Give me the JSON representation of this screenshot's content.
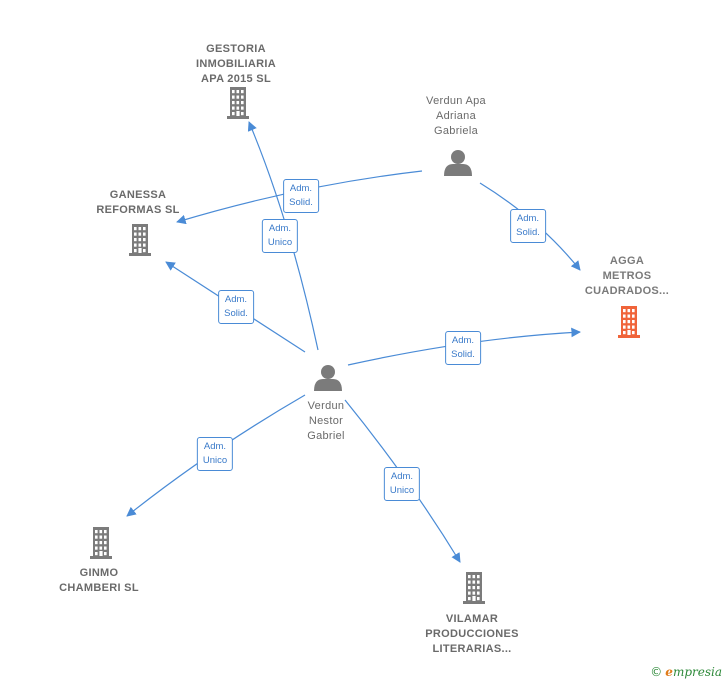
{
  "colors": {
    "edge": "#4a8bd6",
    "node": "#7b7b7b",
    "highlight": "#f0643a"
  },
  "nodes": [
    {
      "id": "gestoria",
      "kind": "company",
      "label": "GESTORIA\nINMOBILIARIA\nAPA 2015  SL",
      "icon": "building-icon"
    },
    {
      "id": "ganessa",
      "kind": "company",
      "label": "GANESSA\nREFORMAS  SL",
      "icon": "building-icon"
    },
    {
      "id": "verdun_apa",
      "kind": "person",
      "label": "Verdun Apa\nAdriana\nGabriela",
      "icon": "person-icon"
    },
    {
      "id": "agga",
      "kind": "company",
      "label": "AGGA\nMETROS\nCUADRADOS...",
      "icon": "building-icon",
      "highlight": true
    },
    {
      "id": "verdun_nestor",
      "kind": "person",
      "label": "Verdun\nNestor\nGabriel",
      "icon": "person-icon"
    },
    {
      "id": "ginmo",
      "kind": "company",
      "label": "GINMO\nCHAMBERI  SL",
      "icon": "building-icon"
    },
    {
      "id": "vilamar",
      "kind": "company",
      "label": "VILAMAR\nPRODUCCIONES\nLITERARIAS...",
      "icon": "building-icon"
    }
  ],
  "edges": [
    {
      "from": "verdun_apa",
      "to": "ganessa",
      "label": "Adm.\nSolid."
    },
    {
      "from": "verdun_apa",
      "to": "agga",
      "label": "Adm.\nSolid."
    },
    {
      "from": "verdun_nestor",
      "to": "gestoria",
      "label": "Adm.\nUnico"
    },
    {
      "from": "verdun_nestor",
      "to": "ganessa",
      "label": "Adm.\nSolid."
    },
    {
      "from": "verdun_nestor",
      "to": "agga",
      "label": "Adm.\nSolid."
    },
    {
      "from": "verdun_nestor",
      "to": "ginmo",
      "label": "Adm.\nUnico"
    },
    {
      "from": "verdun_nestor",
      "to": "vilamar",
      "label": "Adm.\nUnico"
    }
  ],
  "footer": {
    "copyright": "©",
    "brand_e": "e",
    "brand_rest": "mpresia"
  }
}
